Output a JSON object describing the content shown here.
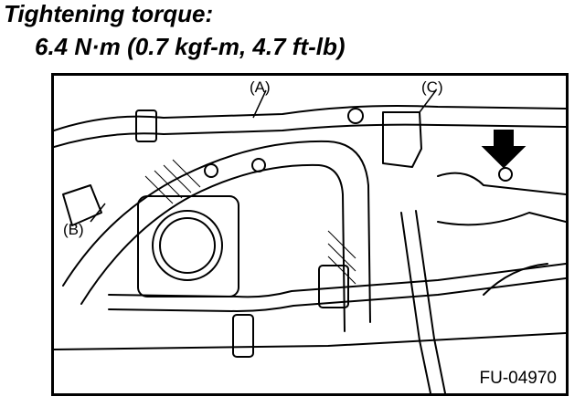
{
  "header": {
    "title": "Tightening torque:",
    "torque_spec": "6.4 N·m (0.7 kgf-m, 4.7 ft-lb)"
  },
  "diagram": {
    "callouts": {
      "a": "(A)",
      "b": "(B)",
      "c": "(C)"
    },
    "figure_id": "FU-04970"
  },
  "colors": {
    "line": "#000000",
    "background": "#ffffff"
  }
}
